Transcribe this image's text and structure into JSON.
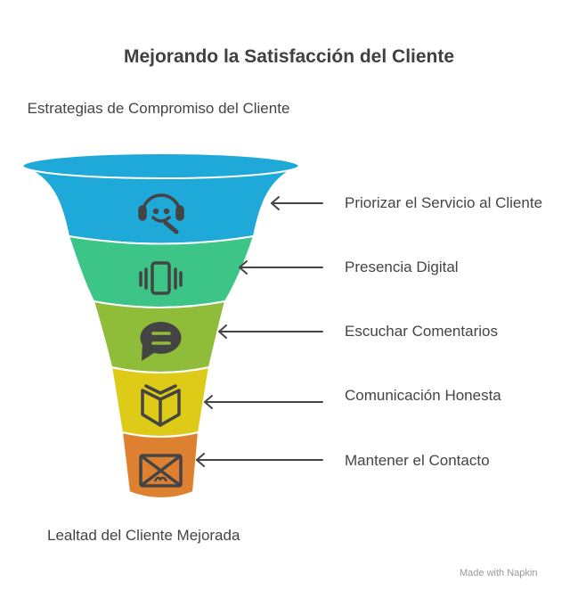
{
  "title": "Mejorando la Satisfacción del Cliente",
  "top_label": "Estrategias de Compromiso del Cliente",
  "bottom_label": "Lealtad del Cliente Mejorada",
  "stages": [
    {
      "label": "Priorizar el Servicio al Cliente",
      "icon": "customer-support-icon",
      "color": "#1FA9D9"
    },
    {
      "label": "Presencia Digital",
      "icon": "vibrating-phone-icon",
      "color": "#3CC586"
    },
    {
      "label": "Escuchar Comentarios",
      "icon": "chat-bubble-icon",
      "color": "#8FBD3A"
    },
    {
      "label": "Comunicación Honesta",
      "icon": "open-book-icon",
      "color": "#DECB17"
    },
    {
      "label": "Mantener el Contacto",
      "icon": "envelope-icon",
      "color": "#DD8130"
    }
  ],
  "credit": "Made with Napkin"
}
